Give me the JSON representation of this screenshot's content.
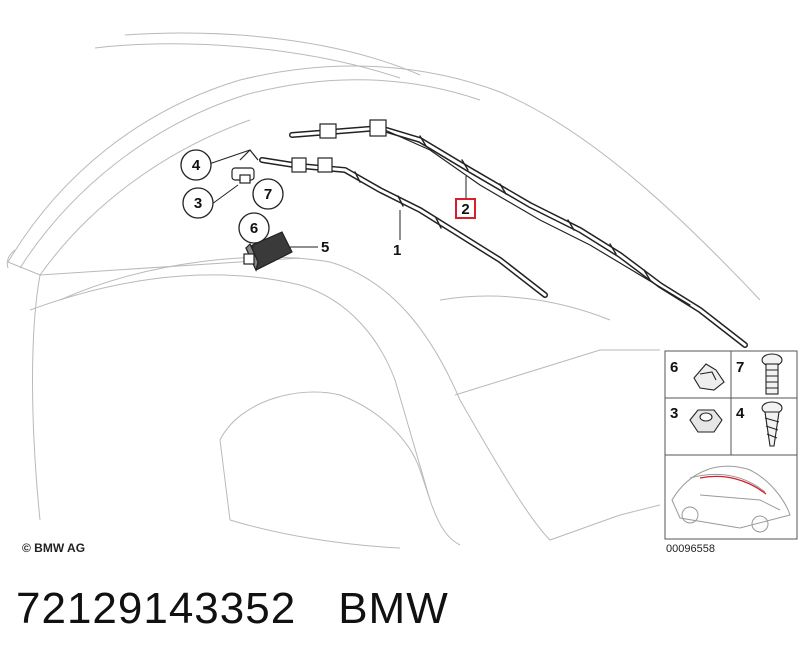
{
  "diagram": {
    "copyright": "© BMW AG",
    "image_number": "00096558",
    "callouts": {
      "c1": "1",
      "c2": "2",
      "c3": "3",
      "c4": "4",
      "c5": "5",
      "c6": "6",
      "c7": "7"
    },
    "legend": {
      "l6": "6",
      "l7": "7",
      "l3": "3",
      "l4": "4"
    },
    "highlight_color": "#d9202a"
  },
  "footer": {
    "part_number": "72129143352",
    "brand": "BMW"
  }
}
